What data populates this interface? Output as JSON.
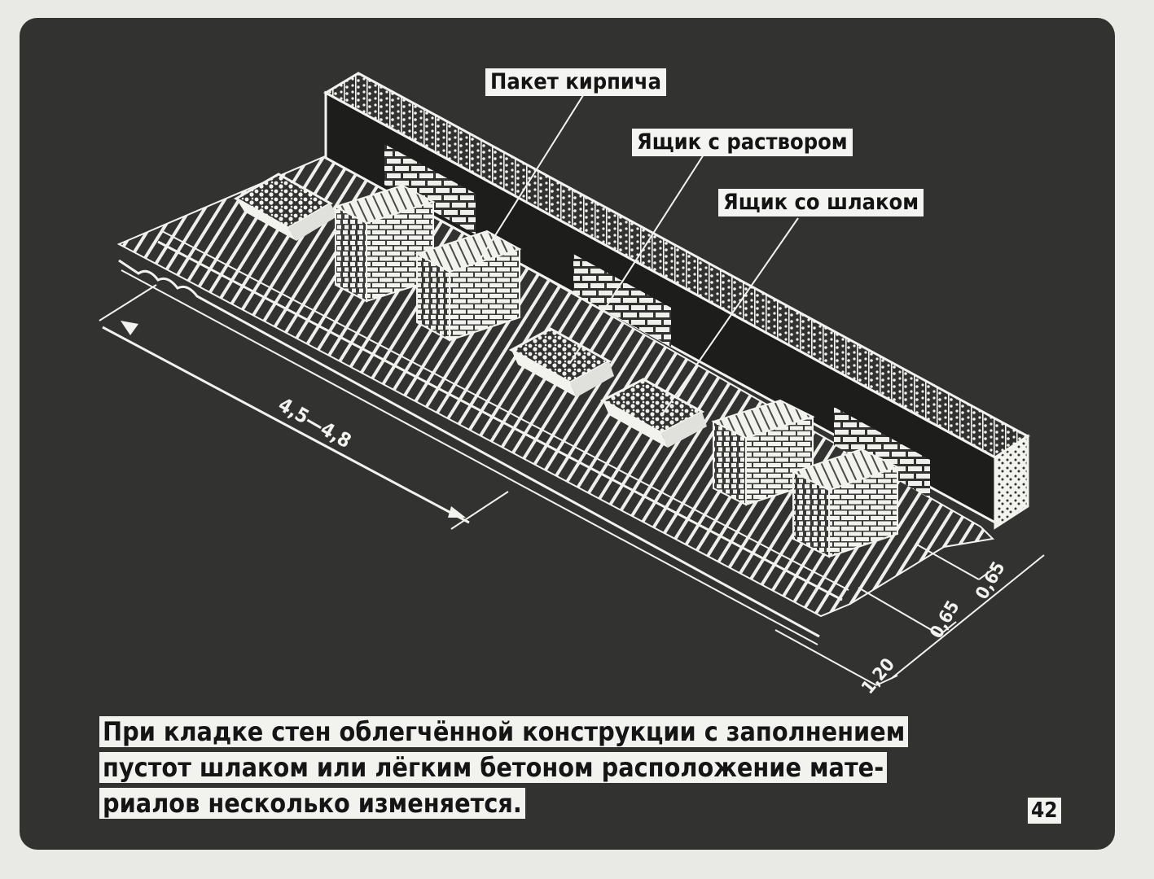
{
  "labels": {
    "brick_pack": "Пакет кирпича",
    "mortar_box": "Ящик с раствором",
    "slag_box": "Ящик со шлаком"
  },
  "dimensions": {
    "work_zone_width": "4,5—4,8",
    "zone_transport": "1,20",
    "zone_materials": "0,65",
    "zone_work": "0,65"
  },
  "caption": {
    "line1": "При кладке стен облегчённой конструкции с заполнением",
    "line2": "пустот шлаком или лёгким бетоном расположение мате-",
    "line3": "риалов несколько изменяется."
  },
  "page_number": "42",
  "colors": {
    "background": "#323231",
    "lines": "#f2f2ef",
    "label_bg": "#f4f4f2",
    "label_text": "#141414"
  }
}
